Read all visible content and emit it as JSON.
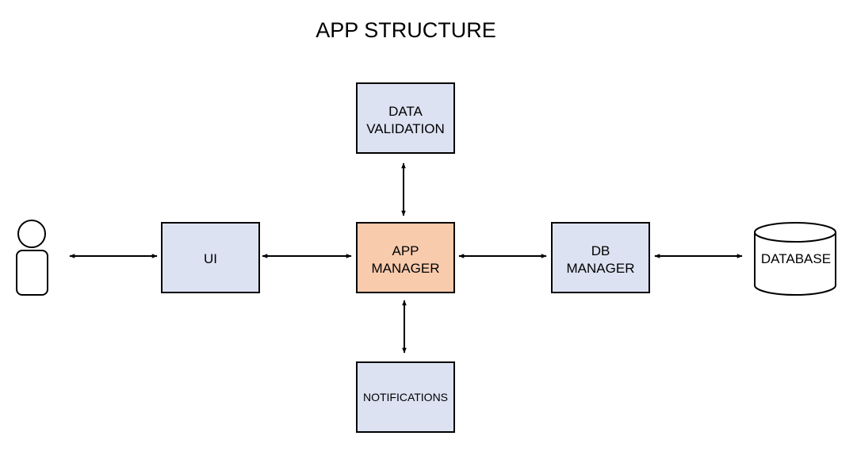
{
  "title": "APP STRUCTURE",
  "nodes": {
    "ui": {
      "lines": [
        "UI"
      ]
    },
    "app_manager": {
      "lines": [
        "APP",
        "MANAGER"
      ]
    },
    "db_manager": {
      "lines": [
        "DB",
        "MANAGER"
      ]
    },
    "data_validation": {
      "lines": [
        "DATA",
        "VALIDATION"
      ]
    },
    "notifications": {
      "lines": [
        "NOTIFICATIONS"
      ]
    },
    "database": {
      "lines": [
        "DATABASE"
      ]
    }
  },
  "edges": [
    {
      "from": "user",
      "to": "ui",
      "direction": "both"
    },
    {
      "from": "ui",
      "to": "app_manager",
      "direction": "both"
    },
    {
      "from": "app_manager",
      "to": "db_manager",
      "direction": "both"
    },
    {
      "from": "db_manager",
      "to": "database",
      "direction": "both"
    },
    {
      "from": "data_validation",
      "to": "app_manager",
      "direction": "both"
    },
    {
      "from": "app_manager",
      "to": "notifications",
      "direction": "both"
    }
  ],
  "colors": {
    "box_fill": "#dce2f2",
    "highlight_fill": "#f8cbad",
    "stroke": "#000000",
    "background": "#ffffff"
  }
}
